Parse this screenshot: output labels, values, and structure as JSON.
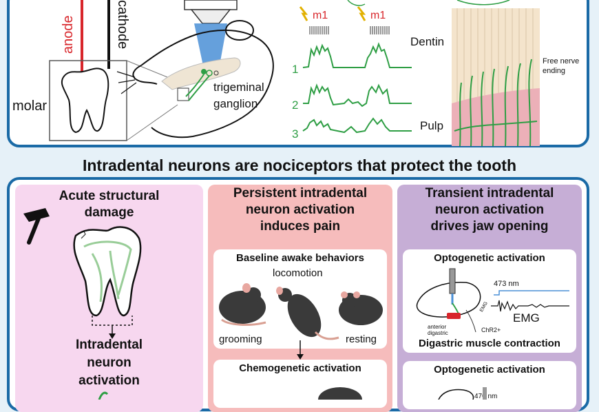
{
  "top_panel": {
    "electrodes": {
      "anode": "anode",
      "cathode": "cathode"
    },
    "molar_label": "molar",
    "ganglion_label_line1": "trigeminal",
    "ganglion_label_line2": "ganglion",
    "stim_label_1": "m1",
    "stim_label_2": "m1",
    "trace_numbers": [
      "1",
      "2",
      "3"
    ],
    "dentin_label": "Dentin",
    "pulp_label": "Pulp",
    "free_nerve_line1": "Free nerve",
    "free_nerve_line2": "ending"
  },
  "main_heading": "Intradental neurons are nociceptors that protect the tooth",
  "columns": {
    "structural": {
      "title_line1": "Acute structural",
      "title_line2": "damage",
      "outcome_line1": "Intradental",
      "outcome_line2": "neuron",
      "outcome_line3": "activation"
    },
    "persistent": {
      "title_line1": "Persistent intradental",
      "title_line2": "neuron activation",
      "title_line3": "induces pain",
      "baseline_title": "Baseline awake behaviors",
      "behaviors": [
        "locomotion",
        "grooming",
        "resting"
      ],
      "chemo_title": "Chemogenetic activation"
    },
    "transient": {
      "title_line1": "Transient intradental",
      "title_line2": "neuron activation",
      "title_line3": "drives jaw opening",
      "opto_title_1": "Optogenetic activation",
      "laser_1": "473 nm",
      "emg_label": "EMG",
      "emg_small": "EMG",
      "anterior_line1": "anterior",
      "anterior_line2": "digastric",
      "chr2": "ChR2+",
      "contraction": "Digastric muscle contraction",
      "opto_title_2": "Optogenetic activation",
      "laser_2": "470 nm"
    }
  },
  "colors": {
    "border_blue": "#1a6aa6",
    "background": "#e6f1f8",
    "pink_panel": "#f7d7ef",
    "salmon_panel": "#f6bcbc",
    "purple_panel": "#c6aed6",
    "neuron_green": "#2e9e44",
    "anode_red": "#d8262b"
  }
}
